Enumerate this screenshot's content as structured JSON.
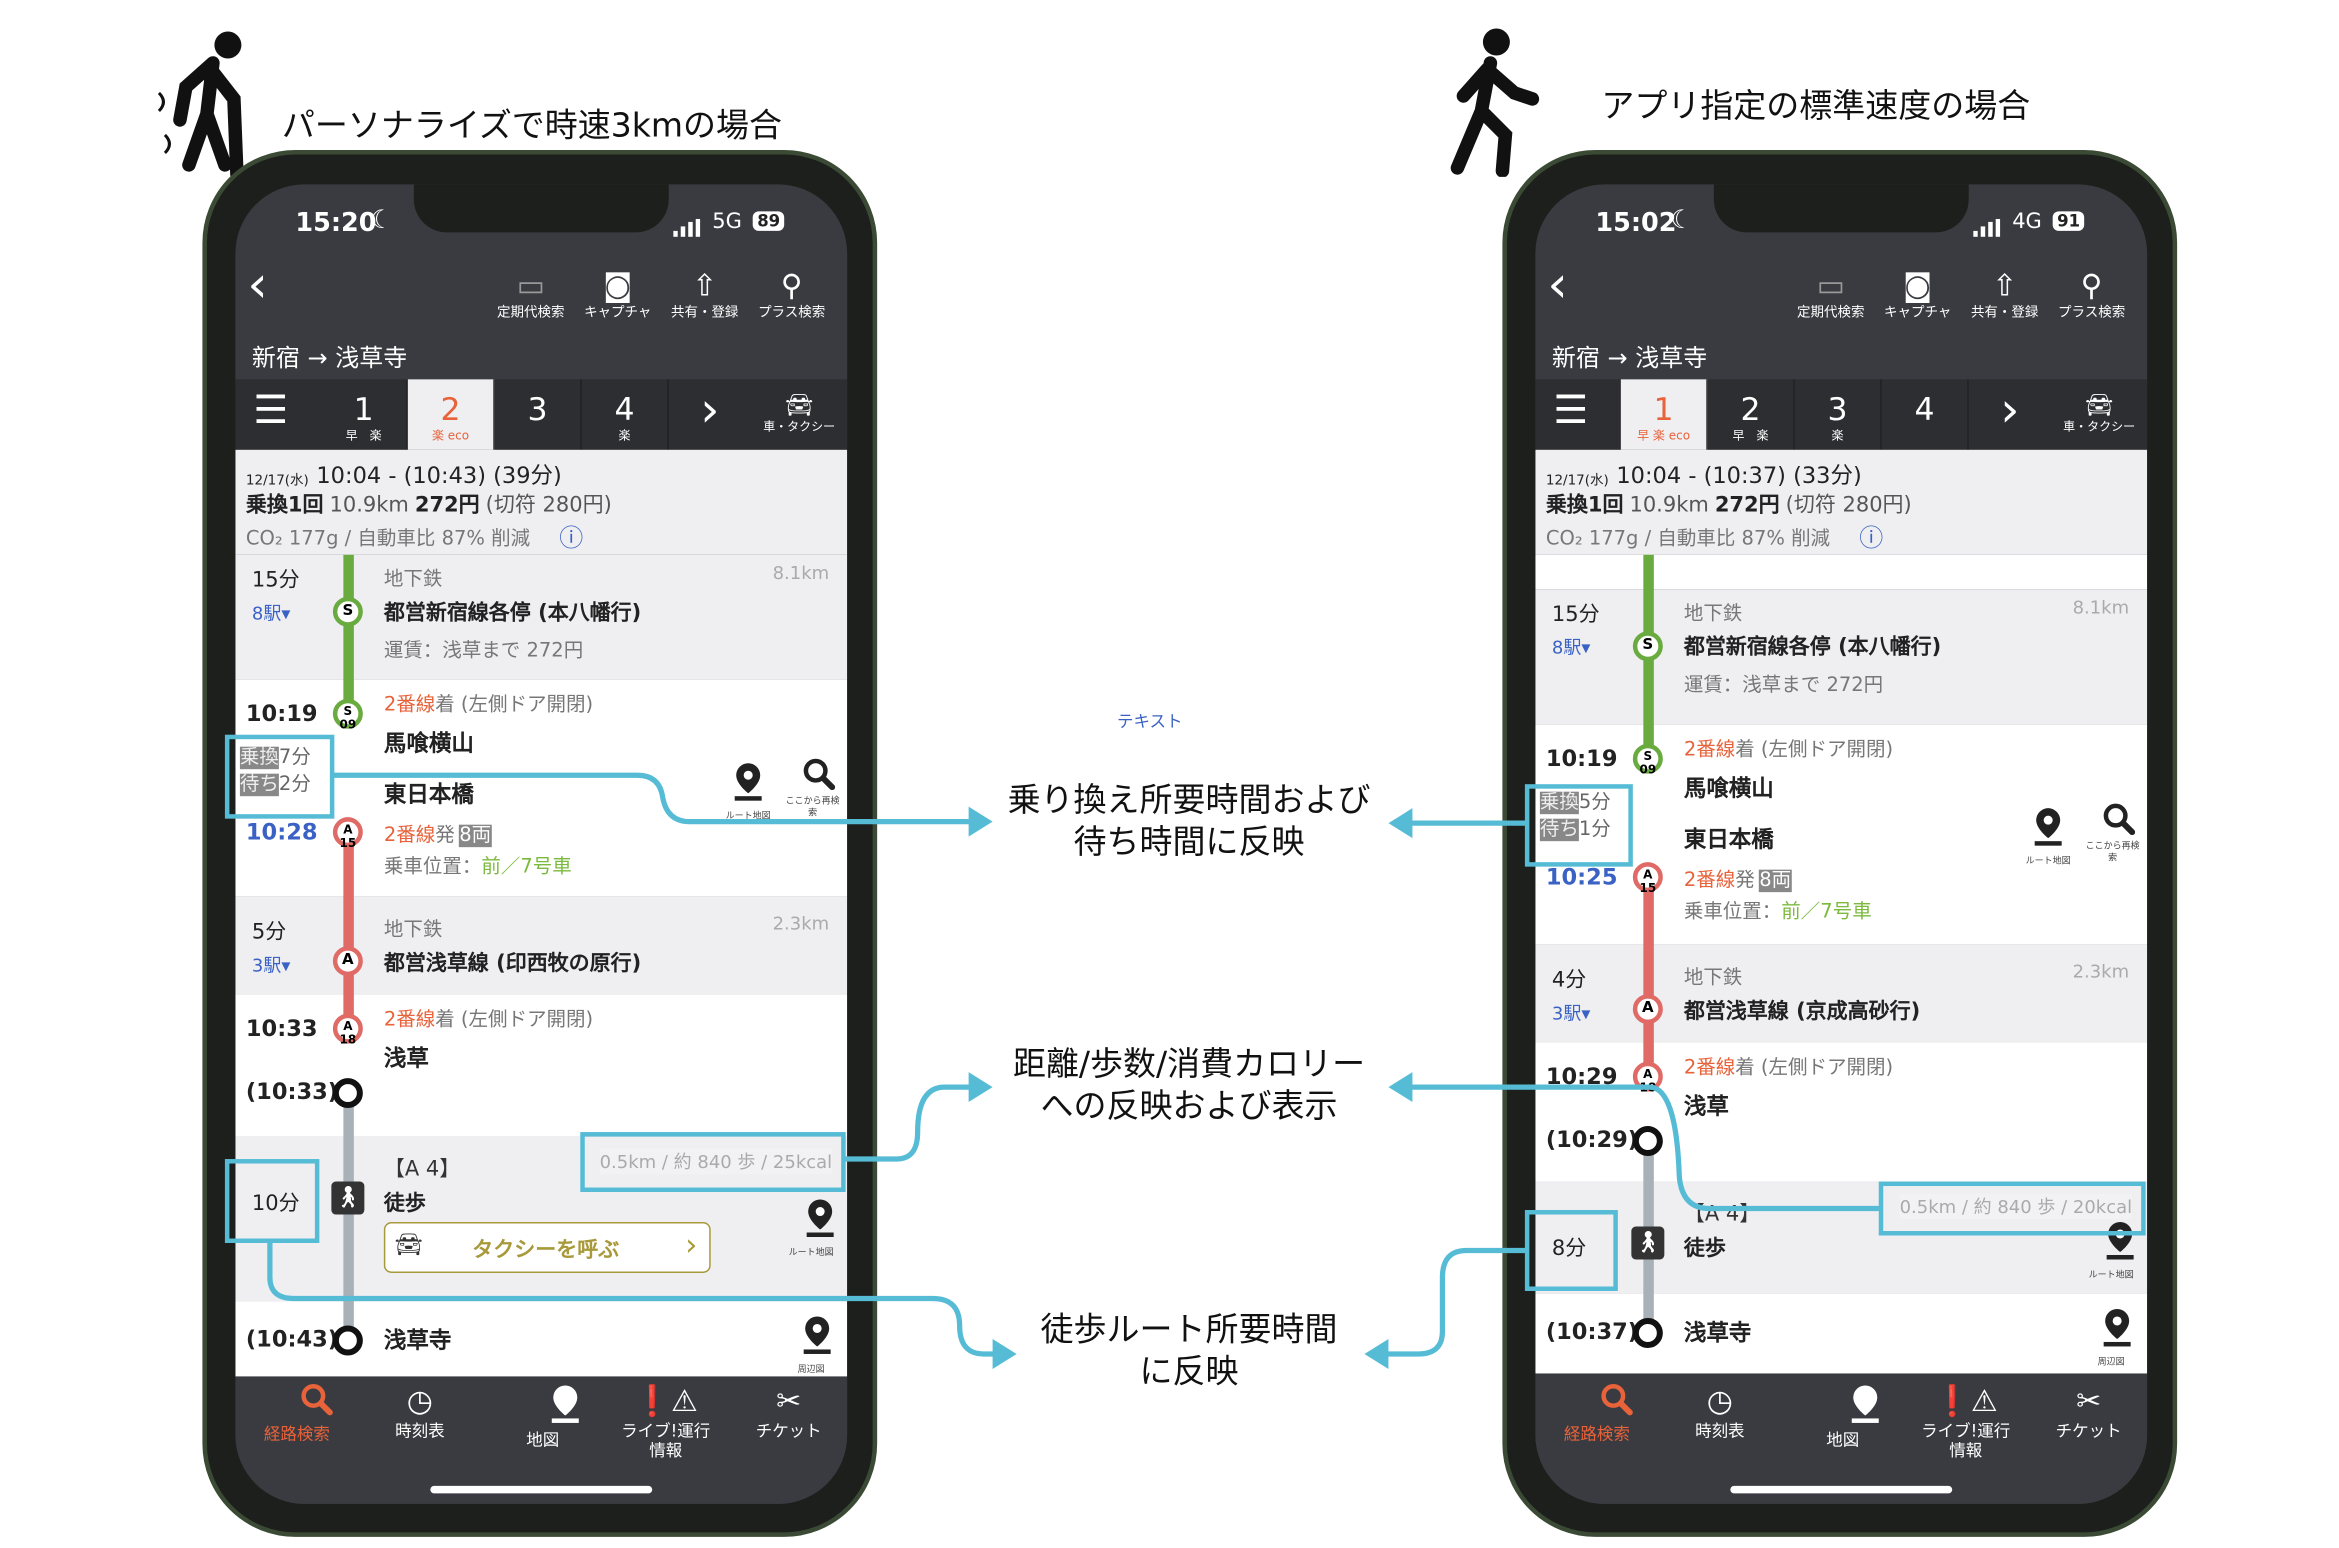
{
  "headings": {
    "left": "パーソナライズで時速3kmの場合",
    "right": "アプリ指定の標準速度の場合"
  },
  "notes": {
    "small_label": "テキスト",
    "transfer": [
      "乗り換え所要時間および",
      "待ち時間に反映"
    ],
    "distance": [
      "距離/歩数/消費カロリー",
      "への反映および表示"
    ],
    "walk": [
      "徒歩ルート所要時間",
      "に反映"
    ]
  },
  "colors": {
    "highlight": "#56bcd6",
    "accent": "#e8623a",
    "shinjuku_line": "#6aab3f",
    "asakusa_line": "#e06b66",
    "link_blue": "#3a62c4"
  },
  "phones": [
    {
      "status": {
        "time": "15:20",
        "network": "5G",
        "battery": "89"
      },
      "toolbar": [
        "定期代検索",
        "キャプチャ",
        "共有・登録",
        "プラス検索"
      ],
      "route_title": "新宿 → 浅草寺",
      "tabs": [
        {
          "num": "1",
          "tags": "早　楽"
        },
        {
          "num": "2",
          "tags": "楽 eco",
          "active": true
        },
        {
          "num": "3",
          "tags": ""
        },
        {
          "num": "4",
          "tags": "楽"
        }
      ],
      "car_label": "車・タクシー",
      "summary": {
        "date": "12/17(水)",
        "time": "10:04 - (10:43) (39分)",
        "transfers": "乗換1回",
        "distance": "10.9km",
        "fare": "272円",
        "ticket": "(切符 280円)",
        "co2": "CO₂ 177g / 自動車比 87% 削減"
      },
      "seg1": {
        "duration": "15分",
        "stops": "8駅▾",
        "type": "地下鉄",
        "line": "都営新宿線各停 (本八幡行)",
        "fare": "運賃：浅草まで 272円",
        "km": "8.1km",
        "badge": "S"
      },
      "transfer": {
        "arrive_time": "10:19",
        "arrive_badge": "S 09",
        "arrive_platform": "2番線",
        "arrive_note": "着 (左側ドア開閉)",
        "station1": "馬喰横山",
        "station2": "東日本橋",
        "transfer_label": "乗換",
        "transfer_min": "7分",
        "wait_label": "待ち",
        "wait_min": "2分",
        "depart_time": "10:28",
        "depart_badge": "A 15",
        "depart_platform": "2番線",
        "depart_note": "発",
        "cars": "8両",
        "position_label": "乗車位置：",
        "position": "前／7号車",
        "map_label": "ルート地図",
        "research_label": "ここから再検索"
      },
      "seg2": {
        "duration": "5分",
        "stops": "3駅▾",
        "type": "地下鉄",
        "line": "都営浅草線 (印西牧の原行)",
        "km": "2.3km",
        "badge": "A"
      },
      "arrive": {
        "time": "10:33",
        "badge": "A 18",
        "platform": "2番線",
        "note": "着 (左側ドア開閉)",
        "station": "浅草",
        "exit_time": "(10:33)"
      },
      "walk": {
        "exit": "【A 4】",
        "duration": "10分",
        "label": "徒歩",
        "info": "0.5km / 約 840 歩 / 25kcal",
        "taxi": "タクシーを呼ぶ",
        "map_label": "ルート地図"
      },
      "dest": {
        "time": "(10:43)",
        "station": "浅草寺",
        "map_label": "周辺図"
      },
      "nav": [
        "経路検索",
        "時刻表",
        "地図",
        "ライブ!運行情報",
        "チケット"
      ]
    },
    {
      "status": {
        "time": "15:02",
        "network": "4G",
        "battery": "91"
      },
      "toolbar": [
        "定期代検索",
        "キャプチャ",
        "共有・登録",
        "プラス検索"
      ],
      "route_title": "新宿 → 浅草寺",
      "tabs": [
        {
          "num": "1",
          "tags": "早 楽 eco",
          "active": true
        },
        {
          "num": "2",
          "tags": "早　楽"
        },
        {
          "num": "3",
          "tags": "楽"
        },
        {
          "num": "4",
          "tags": ""
        }
      ],
      "car_label": "車・タクシー",
      "summary": {
        "date": "12/17(水)",
        "time": "10:04 - (10:37) (33分)",
        "transfers": "乗換1回",
        "distance": "10.9km",
        "fare": "272円",
        "ticket": "(切符 280円)",
        "co2": "CO₂ 177g / 自動車比 87% 削減"
      },
      "seg1": {
        "duration": "15分",
        "stops": "8駅▾",
        "type": "地下鉄",
        "line": "都営新宿線各停 (本八幡行)",
        "fare": "運賃：浅草まで 272円",
        "km": "8.1km",
        "badge": "S"
      },
      "transfer": {
        "arrive_time": "10:19",
        "arrive_badge": "S 09",
        "arrive_platform": "2番線",
        "arrive_note": "着 (左側ドア開閉)",
        "station1": "馬喰横山",
        "station2": "東日本橋",
        "transfer_label": "乗換",
        "transfer_min": "5分",
        "wait_label": "待ち",
        "wait_min": "1分",
        "depart_time": "10:25",
        "depart_badge": "A 15",
        "depart_platform": "2番線",
        "depart_note": "発",
        "cars": "8両",
        "position_label": "乗車位置：",
        "position": "前／7号車",
        "map_label": "ルート地図",
        "research_label": "ここから再検索"
      },
      "seg2": {
        "duration": "4分",
        "stops": "3駅▾",
        "type": "地下鉄",
        "line": "都営浅草線 (京成高砂行)",
        "km": "2.3km",
        "badge": "A"
      },
      "arrive": {
        "time": "10:29",
        "badge": "A 18",
        "platform": "2番線",
        "note": "着 (左側ドア開閉)",
        "station": "浅草",
        "exit_time": "(10:29)"
      },
      "walk": {
        "exit": "【A 4】",
        "duration": "8分",
        "label": "徒歩",
        "info": "0.5km / 約 840 歩 / 20kcal",
        "map_label": "ルート地図"
      },
      "dest": {
        "time": "(10:37)",
        "station": "浅草寺",
        "map_label": "周辺図"
      },
      "nav": [
        "経路検索",
        "時刻表",
        "地図",
        "ライブ!運行情報",
        "チケット"
      ]
    }
  ]
}
